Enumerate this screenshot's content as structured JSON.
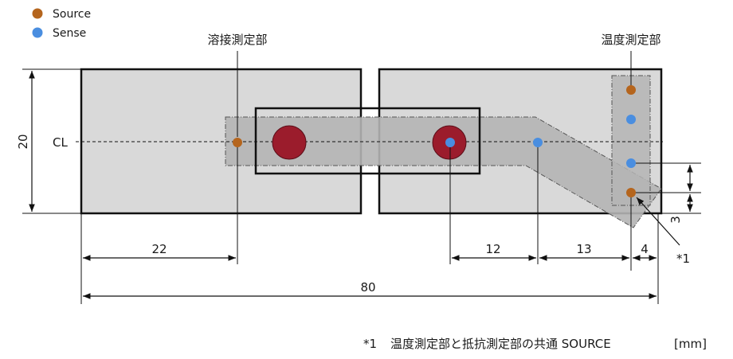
{
  "legend": {
    "source_label": "Source",
    "sense_label": "Sense"
  },
  "labels": {
    "weld_area": "溶接測定部",
    "temp_area": "温度測定部",
    "centerline": "CL"
  },
  "dimensions": {
    "height": "20",
    "weld_offset": "22",
    "sense_gap_1": "12",
    "sense_gap_2": "13",
    "edge_gap": "4",
    "overall_length": "80",
    "vertical_gap": "3"
  },
  "callout": "*1",
  "footnote": {
    "marker": "*1",
    "text": "温度測定部と抵抗測定部の共通 SOURCE"
  },
  "unit": "[mm]",
  "colors": {
    "source": "#b5651d",
    "sense": "#4a8ee0",
    "weld": "#9b1c2c",
    "plate": "#d9d9d9",
    "band": "#b4b4b4"
  }
}
